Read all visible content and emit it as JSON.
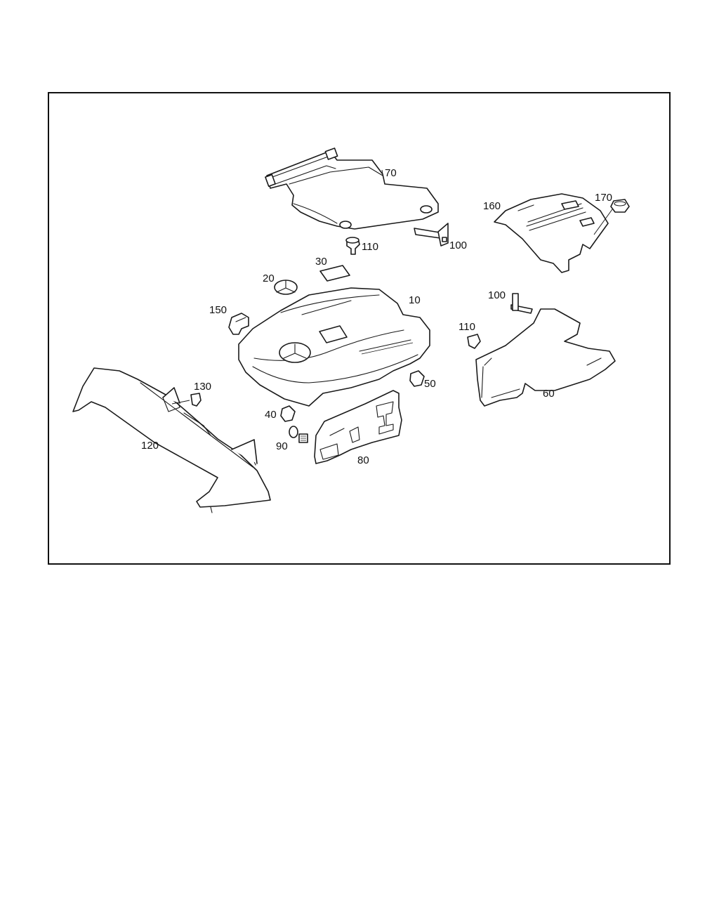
{
  "diagram": {
    "callouts": [
      {
        "id": "c10",
        "label": "10"
      },
      {
        "id": "c20",
        "label": "20"
      },
      {
        "id": "c30",
        "label": "30"
      },
      {
        "id": "c40",
        "label": "40"
      },
      {
        "id": "c50",
        "label": "50"
      },
      {
        "id": "c60",
        "label": "60"
      },
      {
        "id": "c70",
        "label": "70"
      },
      {
        "id": "c80",
        "label": "80"
      },
      {
        "id": "c90",
        "label": "90"
      },
      {
        "id": "c100a",
        "label": "100"
      },
      {
        "id": "c100b",
        "label": "100"
      },
      {
        "id": "c110a",
        "label": "110"
      },
      {
        "id": "c110b",
        "label": "110"
      },
      {
        "id": "c120",
        "label": "120"
      },
      {
        "id": "c130",
        "label": "130"
      },
      {
        "id": "c150",
        "label": "150"
      },
      {
        "id": "c160",
        "label": "160"
      },
      {
        "id": "c170",
        "label": "170"
      }
    ]
  }
}
